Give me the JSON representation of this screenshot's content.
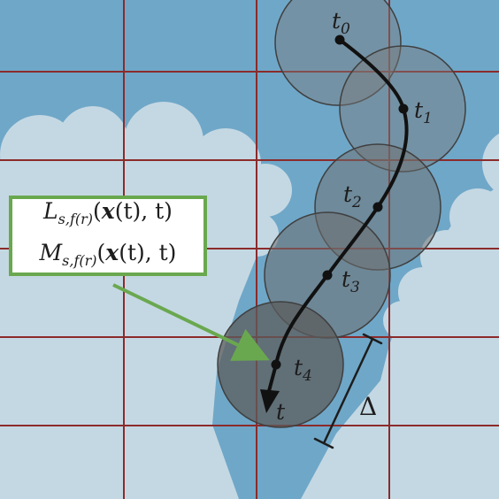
{
  "colors": {
    "sky": "#6fa7c8",
    "cloud": "#c4d8e3",
    "grid": "#8b2b2b",
    "disk": "#5a5a5a",
    "trajectory": "#111111",
    "callout": "#6aa84f"
  },
  "time_labels": [
    {
      "base": "t",
      "sub": "0"
    },
    {
      "base": "t",
      "sub": "1"
    },
    {
      "base": "t",
      "sub": "2"
    },
    {
      "base": "t",
      "sub": "3"
    },
    {
      "base": "t",
      "sub": "4"
    }
  ],
  "end_label": "t",
  "width_label": "Δ",
  "callout": {
    "line1": {
      "sym": "L",
      "sub": "s,f(r)",
      "arg_open": "(",
      "arg_bold": "x",
      "arg_rest": "(t), t)"
    },
    "line2": {
      "sym": "M",
      "sub": "s,f(r)",
      "arg_open": "(",
      "arg_bold": "x",
      "arg_rest": "(t), t)"
    }
  }
}
